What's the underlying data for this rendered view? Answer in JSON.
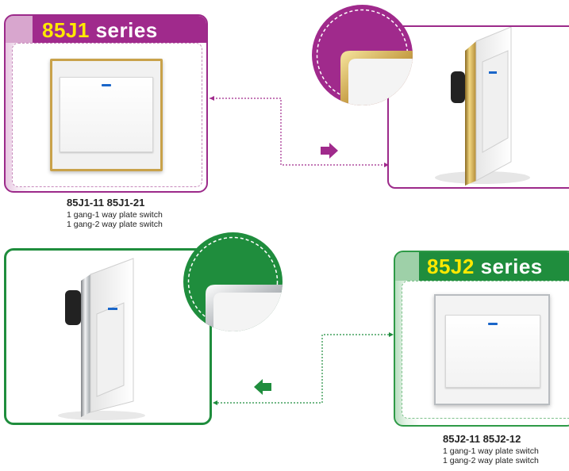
{
  "series_1": {
    "code": "85J1",
    "word": "series",
    "models": "85J1-11  85J1-21",
    "lines": [
      "1 gang-1 way plate switch",
      "1 gang-2 way plate switch"
    ],
    "accent": "#a02a8c",
    "frame_color": "gold"
  },
  "series_2": {
    "code": "85J2",
    "word": "series",
    "models": "85J2-11 85J2-12",
    "lines": [
      "1 gang-1 way plate switch",
      "1 gang-2 way plate switch"
    ],
    "accent": "#1f8d3d",
    "frame_color": "silver"
  },
  "colors": {
    "title_yellow": "#ffe800",
    "indicator_blue": "#1a66c9",
    "gold": "#c9a24a",
    "chrome": "#b8bcc0"
  },
  "icons": {
    "arrow_right": "arrow-right-icon",
    "arrow_left": "arrow-left-icon"
  }
}
